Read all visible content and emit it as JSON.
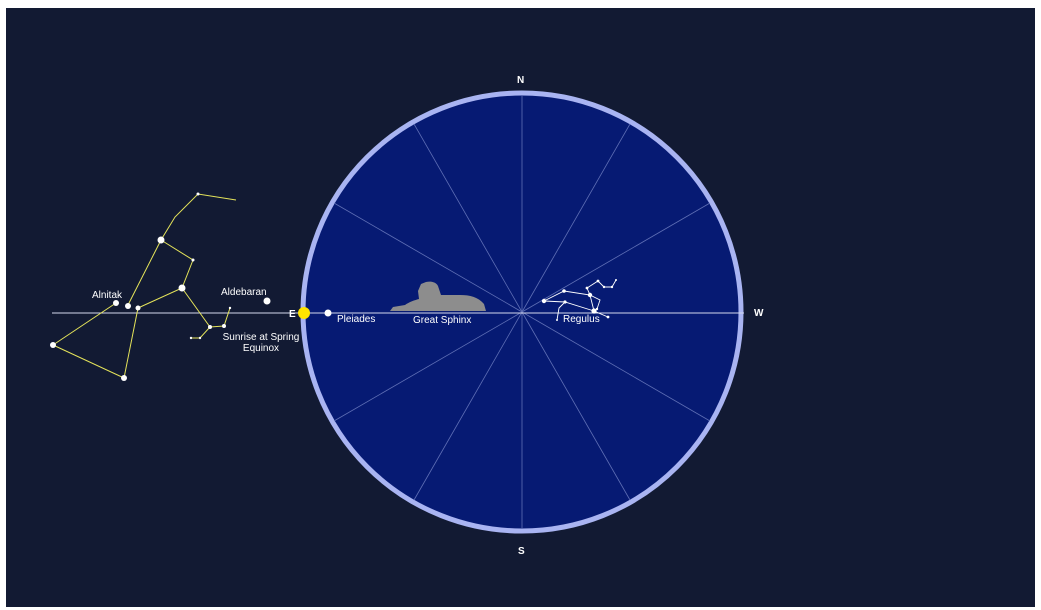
{
  "colors": {
    "background": "#121a33",
    "disk": "#061a73",
    "disk_rim": "#a9b4f2",
    "spoke": "#5f6fb5",
    "horizon": "#d4d8ee",
    "constellation_orion": "#e5e45a",
    "constellation_leo": "#ffffff",
    "star": "#ffffff",
    "sun": "#ffe400",
    "sphinx": "#8d8d8d"
  },
  "compass": {
    "north": "N",
    "south": "S",
    "east": "E",
    "west": "W"
  },
  "labels": {
    "alnitak": "Alnitak",
    "aldebaran": "Aldebaran",
    "pleiades": "Pleiades",
    "great_sphinx": "Great Sphinx",
    "regulus": "Regulus",
    "sunrise_line1": "Sunrise at Spring",
    "sunrise_line2": "Equinox"
  },
  "icons": {
    "sun": "sun-icon",
    "sphinx": "sphinx-icon"
  }
}
